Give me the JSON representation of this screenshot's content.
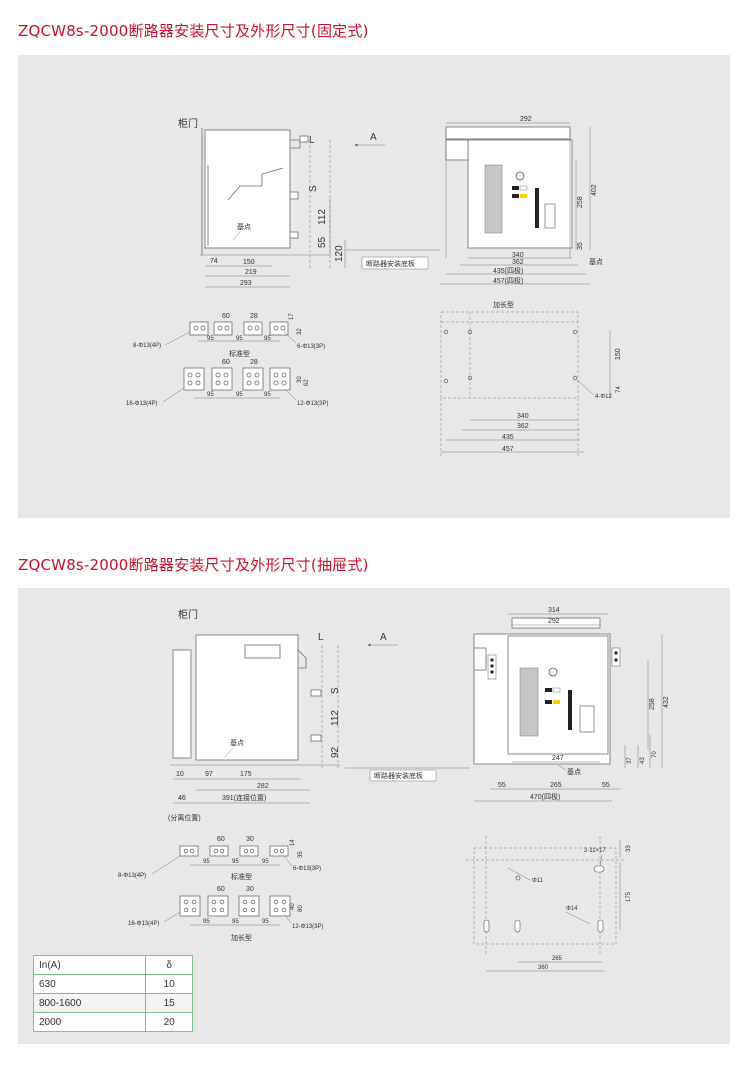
{
  "titles": {
    "fixed": "ZQCW8s-2000断路器安装尺寸及外形尺寸(固定式)",
    "drawout": "ZQCW8s-2000断路器安装尺寸及外形尺寸(抽屉式)"
  },
  "fixed": {
    "side_view": {
      "cabinet_door": "柜门",
      "arrow_label": "A",
      "datum": "基点",
      "plate": "断路器安装底板",
      "dims": {
        "L": "L",
        "S": "S",
        "d112": "112",
        "d55": "55",
        "d120": "120",
        "d74": "74",
        "d150": "150",
        "d219": "219",
        "d293": "293"
      }
    },
    "front_view": {
      "datum": "基点",
      "dims": {
        "d292": "292",
        "d258": "258",
        "d402": "402",
        "d35": "35",
        "d340": "340",
        "d362": "362",
        "d435": "435(四极)",
        "d457": "457(四极)"
      }
    },
    "terminals": {
      "std_label": "标准型",
      "dims": {
        "d60": "60",
        "d28": "28",
        "d17": "17",
        "d32": "32",
        "d95": "95",
        "d30": "30",
        "d62": "62"
      },
      "holes_8": "8-Φ13(4P)",
      "holes_6": "6-Φ13(3P)",
      "holes_16": "16-Φ13(4P)",
      "holes_12": "12-Φ13(3P)"
    },
    "panel_view": {
      "label": "加长型",
      "dims": {
        "d150": "150",
        "d74": "74",
        "holes": "4-Φ12",
        "d340": "340",
        "d362": "362",
        "d435": "435",
        "d457": "457"
      }
    }
  },
  "drawout": {
    "side_view": {
      "cabinet_door": "柜门",
      "arrow_label": "A",
      "datum": "基点",
      "plate": "断路器安装底板",
      "separate": "(分离位置)",
      "dims": {
        "L": "L",
        "S": "S",
        "d112": "112",
        "d92": "92",
        "d10": "10",
        "d97": "97",
        "d175": "175",
        "d282": "282",
        "d46": "46",
        "d391": "391(连接位置)"
      }
    },
    "front_view": {
      "datum": "基点",
      "dims": {
        "d314": "314",
        "d292": "292",
        "d258": "258",
        "d432": "432",
        "d37": "37",
        "d43": "43",
        "d70": "70",
        "d247": "247",
        "d265": "265",
        "d55a": "55",
        "d55b": "55",
        "d470": "470(四极)"
      }
    },
    "terminals": {
      "std_label": "标准型",
      "long_label": "加长型",
      "dims": {
        "d60": "60",
        "d30": "30",
        "d14": "14",
        "d35": "35",
        "d95": "95",
        "d40": "40",
        "d80": "80"
      },
      "holes_8": "8-Φ13(4P)",
      "holes_6": "6-Φ13(3P)",
      "holes_16": "16-Φ13(4P)",
      "holes_12": "12-Φ13(3P)"
    },
    "panel_view": {
      "dims": {
        "slot": "2-11×17",
        "d33": "33",
        "phi11": "Φ11",
        "phi14": "Φ14",
        "d175": "175",
        "d265": "265",
        "d360": "360"
      }
    }
  },
  "rating_table": {
    "headers": [
      "In(A)",
      "δ"
    ],
    "rows": [
      [
        "630",
        "10"
      ],
      [
        "800-1600",
        "15"
      ],
      [
        "2000",
        "20"
      ]
    ]
  }
}
